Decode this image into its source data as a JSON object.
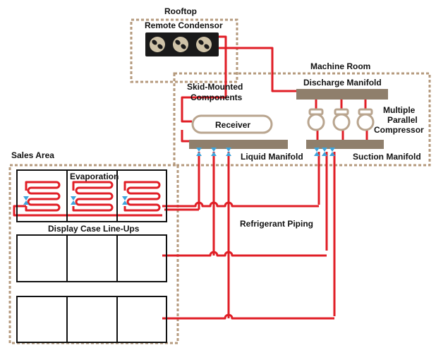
{
  "labels": {
    "rooftop": "Rooftop",
    "remote_condensor": "Remote Condensor",
    "machine_room": "Machine Room",
    "skid_mounted_line1": "Skid-Mounted",
    "skid_mounted_line2": "Components",
    "discharge_manifold": "Discharge Manifold",
    "multiple_line1": "Multiple",
    "multiple_line2": "Parallel",
    "multiple_line3": "Compressor",
    "receiver": "Receiver",
    "liquid_manifold": "Liquid Manifold",
    "suction_manifold": "Suction Manifold",
    "sales_area": "Sales Area",
    "evaporation": "Evaporation",
    "display_case_lineups": "Display Case Line-Ups",
    "refrigerant_piping": "Refrigerant Piping"
  },
  "colors": {
    "pipe": "#e01e26",
    "dashed_border": "#b59a7d",
    "manifold": "#8f7f6c",
    "receiver_stroke": "#b9a58f",
    "valve": "#3da4dc",
    "case_border": "#111111",
    "condensor_body": "#1a1a1a",
    "fan": "#cfc3a8"
  }
}
